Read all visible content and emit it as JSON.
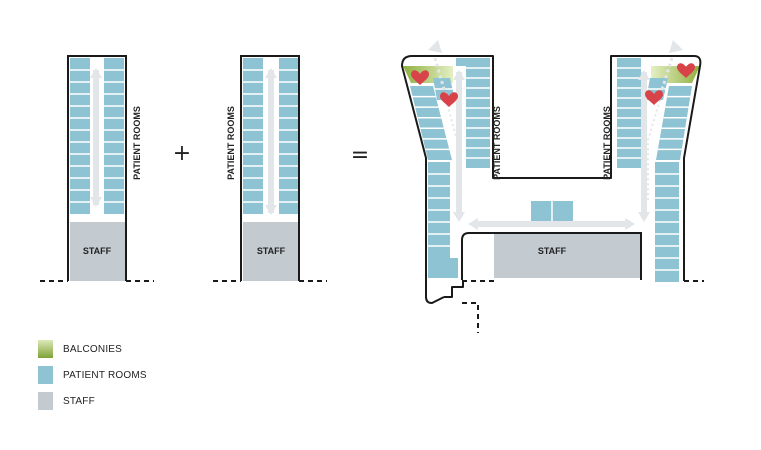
{
  "diagram": {
    "left_block": {
      "rooms_label": "PATIENT ROOMS",
      "staff_label": "STAFF"
    },
    "middle_block": {
      "rooms_label": "PATIENT ROOMS",
      "staff_label": "STAFF"
    },
    "combined": {
      "left_rooms_label": "PATIENT ROOMS",
      "right_rooms_label": "PATIENT ROOMS",
      "staff_label": "STAFF"
    },
    "operators": {
      "plus": "+",
      "equals": "="
    }
  },
  "legend": {
    "items": [
      {
        "label": "BALCONIES",
        "color": "#8fb03e"
      },
      {
        "label": "PATIENT ROOMS",
        "color": "#8ec3d3"
      },
      {
        "label": "STAFF",
        "color": "#c3cbd1"
      }
    ]
  },
  "colors": {
    "patient_rooms": "#8ec3d3",
    "staff": "#c3cbd1",
    "balcony_dark": "#8fb03e",
    "balcony_light": "#dde9b8",
    "heart": "#d8434a",
    "arrow": "#e3e6e8",
    "outline": "#1a1a1a"
  }
}
